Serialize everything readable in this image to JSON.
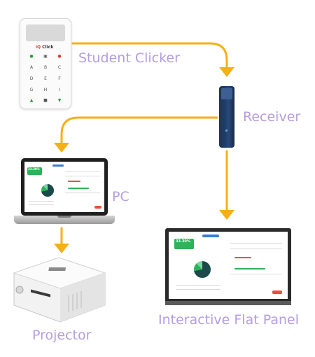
{
  "labels": {
    "student_clicker": "Student Clicker",
    "receiver": "Receiver",
    "pc": "PC",
    "projector": "Projector",
    "flat_panel": "Interactive Flat Panel"
  },
  "clicker": {
    "brand_prefix": "iQ",
    "brand_suffix": "Click",
    "keys_row1": [
      "A",
      "B",
      "C"
    ],
    "keys_row2": [
      "D",
      "E",
      "F"
    ],
    "keys_row3": [
      "G",
      "H",
      "I"
    ]
  },
  "app_screen": {
    "score": "33.30%"
  },
  "colors": {
    "arrow": "#f5b014",
    "label": "#b59de0",
    "receiver_body": "#1d3d6b",
    "app_badge": "#2db35a",
    "app_tab": "#3a7bd5"
  }
}
